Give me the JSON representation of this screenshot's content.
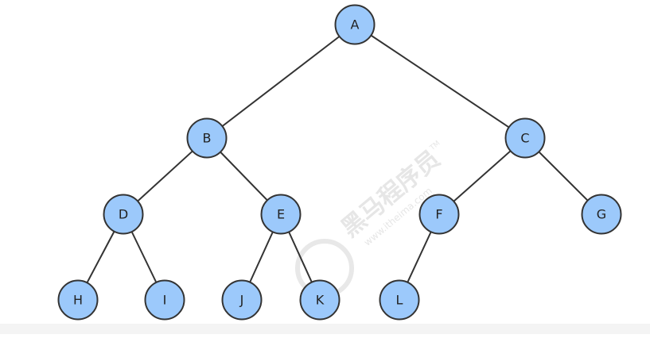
{
  "diagram": {
    "type": "binary-tree",
    "colors": {
      "node_fill": "#9cc9fb",
      "node_stroke": "#333333",
      "edge": "#333333",
      "label": "#222222",
      "watermark": "#e4e4e4"
    },
    "nodes": [
      {
        "id": "A",
        "label": "A"
      },
      {
        "id": "B",
        "label": "B"
      },
      {
        "id": "C",
        "label": "C"
      },
      {
        "id": "D",
        "label": "D"
      },
      {
        "id": "E",
        "label": "E"
      },
      {
        "id": "F",
        "label": "F"
      },
      {
        "id": "G",
        "label": "G"
      },
      {
        "id": "H",
        "label": "H"
      },
      {
        "id": "I",
        "label": "I"
      },
      {
        "id": "J",
        "label": "J"
      },
      {
        "id": "K",
        "label": "K"
      },
      {
        "id": "L",
        "label": "L"
      }
    ],
    "edges": [
      {
        "from": "A",
        "to": "B"
      },
      {
        "from": "A",
        "to": "C"
      },
      {
        "from": "B",
        "to": "D"
      },
      {
        "from": "B",
        "to": "E"
      },
      {
        "from": "C",
        "to": "F"
      },
      {
        "from": "C",
        "to": "G"
      },
      {
        "from": "D",
        "to": "H"
      },
      {
        "from": "D",
        "to": "I"
      },
      {
        "from": "E",
        "to": "J"
      },
      {
        "from": "E",
        "to": "K"
      },
      {
        "from": "F",
        "to": "L"
      }
    ]
  },
  "watermark": {
    "brand": "黑马程序员",
    "url": "www.itheima.com",
    "tm": "TM"
  }
}
